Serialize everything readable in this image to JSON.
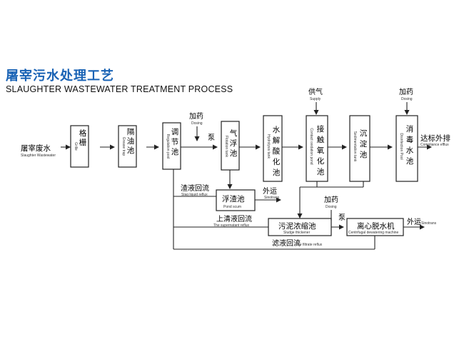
{
  "title_cn": "屠宰污水处理工艺",
  "title_en": "SLAUGHTER WASTEWATER TREATMENT PROCESS",
  "input": {
    "cn": "屠宰废水",
    "en": "Slaughter Wastewater"
  },
  "output": {
    "cn": "达标外排",
    "en": "Compliance efflux"
  },
  "units": {
    "grille": {
      "cn": "格栅",
      "en": "Grille"
    },
    "grease": {
      "cn": "隔油池",
      "en": "Grease trap"
    },
    "regulation": {
      "cn": "调节池",
      "en": "Regulation pool"
    },
    "flotation": {
      "cn": "气浮池",
      "en": "Flotation tank"
    },
    "hydrolysis": {
      "cn": "水解酸化池",
      "en": "Hydrolysis tank"
    },
    "contact": {
      "cn": "接触氧化池",
      "en": "Contact oxidation pond"
    },
    "sedi": {
      "cn": "沉淀池",
      "en": "Sedimentation tank"
    },
    "disinfect": {
      "cn": "消毒水池",
      "en": "Disinfection Pool"
    },
    "scum": {
      "cn": "浮渣池",
      "en": "Pond scum"
    },
    "thickener": {
      "cn": "污泥浓缩池",
      "en": "Sludge thickener"
    },
    "centrifuge": {
      "cn": "离心脱水机",
      "en": "Centrifugal dewatering machine"
    }
  },
  "labels": {
    "dosing1": {
      "cn": "加药",
      "en": "Dosing"
    },
    "pump1": "泵",
    "supply": {
      "cn": "供气",
      "en": "Supply"
    },
    "dosing2": {
      "cn": "加药",
      "en": "Dosing"
    },
    "slag": {
      "cn": "渣液回流",
      "en": "Slag liquid reflux"
    },
    "ship1": {
      "cn": "外运",
      "en": "Sinotrans"
    },
    "supernatant": {
      "cn": "上清液回流",
      "en": "The supernatant reflux"
    },
    "dosing3": {
      "cn": "加药",
      "en": "Dosing"
    },
    "pump2": "泵",
    "ship2": {
      "cn": "外运",
      "en": "Sinotrans"
    },
    "filtrate": {
      "cn": "滤液回流",
      "en": "The filtrate reflux"
    }
  }
}
